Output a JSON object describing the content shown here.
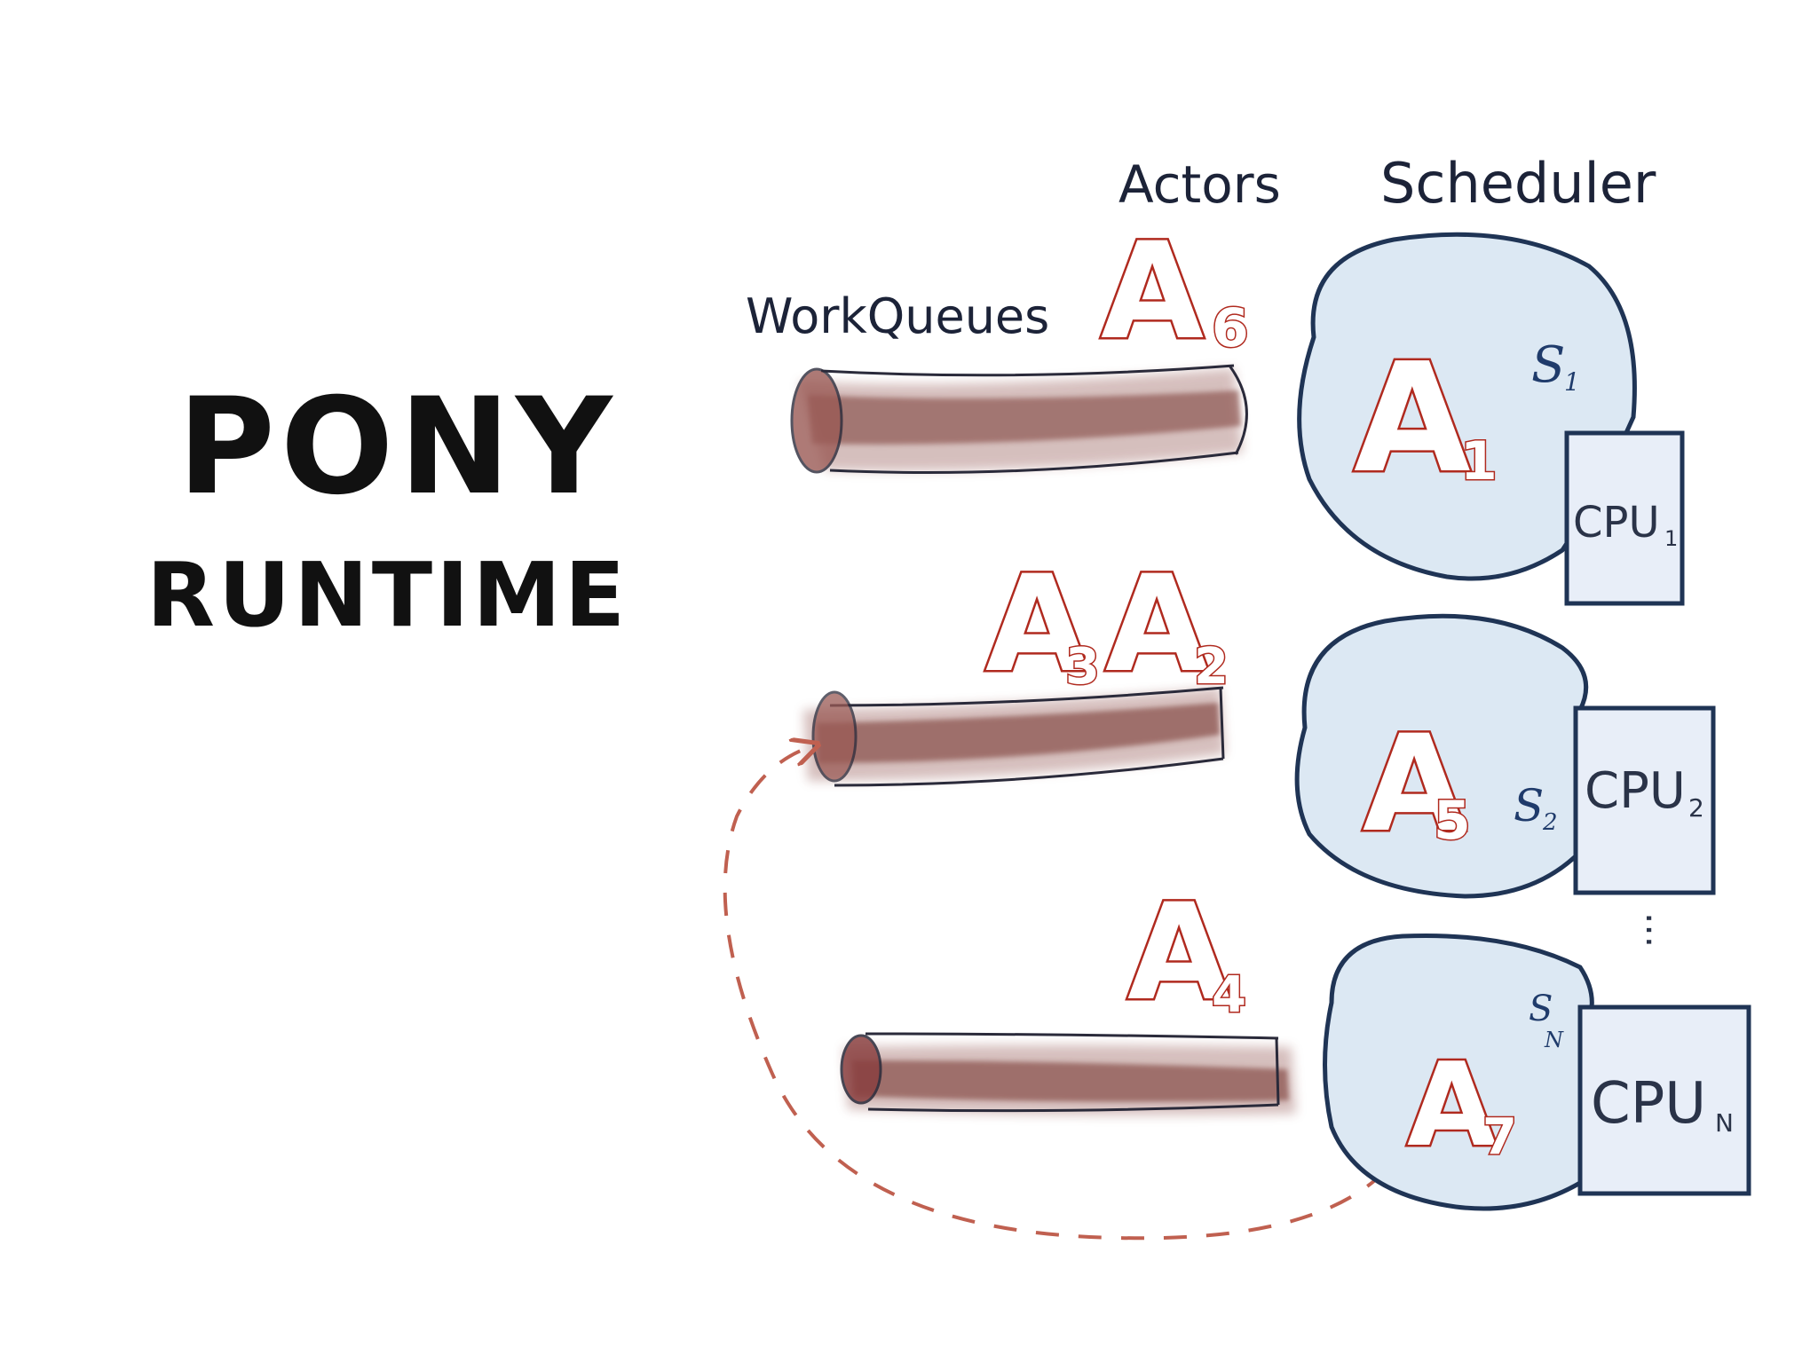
{
  "title": {
    "line1": "PONY",
    "line2": "RUNTIME"
  },
  "labels": {
    "actors": "Actors",
    "scheduler": "Scheduler",
    "workqueues": "WorkQueues"
  },
  "actors": [
    {
      "letter": "A",
      "sub": "6"
    },
    {
      "letter": "A",
      "sub": "1"
    },
    {
      "letter": "A",
      "sub": "3"
    },
    {
      "letter": "A",
      "sub": "2"
    },
    {
      "letter": "A",
      "sub": "5"
    },
    {
      "letter": "A",
      "sub": "4"
    },
    {
      "letter": "A",
      "sub": "7"
    }
  ],
  "schedulers": [
    {
      "name": "S",
      "sub": "1",
      "cpu": "CPU",
      "cpu_sub": "1"
    },
    {
      "name": "S",
      "sub": "2",
      "cpu": "CPU",
      "cpu_sub": "2"
    },
    {
      "name": "S",
      "sub": "N",
      "cpu": "CPU",
      "cpu_sub": "N"
    }
  ],
  "ellipsis": "...",
  "colors": {
    "queue": "#8a4a44",
    "actor": "#b02a1f",
    "scheduler_fill": "#dce8f3",
    "scheduler_stroke": "#1f3455",
    "cpu_fill": "#e8eef8",
    "arrow": "#c06050"
  }
}
